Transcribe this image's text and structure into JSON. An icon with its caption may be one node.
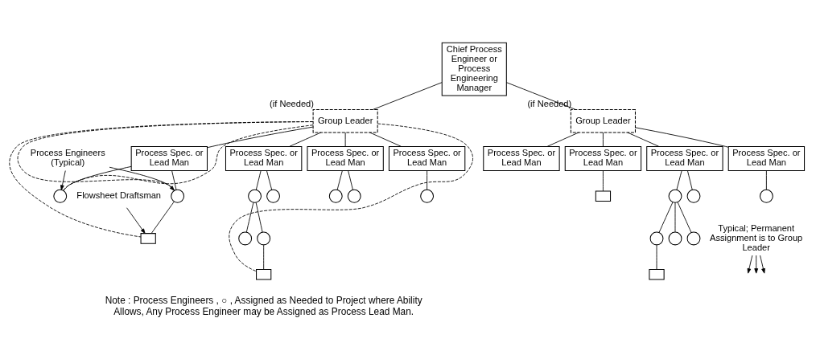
{
  "diagram": {
    "nodes": [
      {
        "text": [
          "Chief Process Engineer or Process Engineering Manager"
        ]
      },
      {
        "text": [
          "Group Leader"
        ],
        "beside": [
          "(if Needed)"
        ]
      },
      {
        "text": [
          "Group Leader"
        ],
        "beside": [
          "(if Needed)"
        ]
      },
      {
        "text": [
          "Process Spec. or Lead Man"
        ]
      },
      {
        "text": [
          "Process Spec. or Lead Man"
        ]
      },
      {
        "text": [
          "Process Spec. or Lead Man"
        ]
      },
      {
        "text": [
          "Process Spec. or Lead Man"
        ]
      },
      {
        "text": [
          "Process Spec. or Lead Man"
        ]
      },
      {
        "text": [
          "Process Spec. or Lead Man"
        ]
      },
      {
        "text": [
          "Process Spec. or Lead Man"
        ]
      },
      {
        "text": [
          "Process Spec. or Lead Man"
        ]
      },
      {
        "text": [],
        "shape": "circle"
      },
      {
        "text": [],
        "shape": "circle"
      },
      {
        "text": [],
        "shape": "box"
      },
      {
        "text": [],
        "shape": "circle"
      },
      {
        "text": [],
        "shape": "circle"
      },
      {
        "text": [],
        "shape": "circle"
      },
      {
        "text": [],
        "shape": "circle"
      },
      {
        "text": [],
        "shape": "circle"
      },
      {
        "text": [],
        "shape": "circle"
      },
      {
        "text": [],
        "shape": "circle"
      },
      {
        "text": [],
        "shape": "box"
      },
      {
        "text": [],
        "shape": "box"
      },
      {
        "text": [],
        "shape": "circle"
      },
      {
        "text": [],
        "shape": "circle"
      },
      {
        "text": [],
        "shape": "circle"
      },
      {
        "text": [],
        "shape": "circle"
      },
      {
        "text": [],
        "shape": "circle"
      },
      {
        "text": [],
        "shape": "box"
      },
      {
        "text": [],
        "shape": "circle"
      },
      {
        "text": [
          "Typical; Permanent Assignment is to Group Leader"
        ]
      },
      {
        "text": [
          "Process Engineers (Typical)"
        ]
      },
      {
        "text": [
          "Flowsheet Draftsman"
        ]
      }
    ],
    "edges": [
      {
        "from": 0,
        "to": 1,
        "arrow": "none"
      },
      {
        "from": 0,
        "to": 2,
        "arrow": "none"
      },
      {
        "from": 1,
        "to": 3,
        "arrow": "none"
      },
      {
        "from": 1,
        "to": 4,
        "arrow": "none"
      },
      {
        "from": 1,
        "to": 5,
        "arrow": "none"
      },
      {
        "from": 1,
        "to": 6,
        "arrow": "none"
      },
      {
        "from": 2,
        "to": 7,
        "arrow": "none"
      },
      {
        "from": 2,
        "to": 8,
        "arrow": "none"
      },
      {
        "from": 2,
        "to": 9,
        "arrow": "none"
      },
      {
        "from": 2,
        "to": 10,
        "arrow": "none"
      },
      {
        "from": 3,
        "to": 11,
        "arrow": "none"
      },
      {
        "from": 3,
        "to": 12,
        "arrow": "none"
      },
      {
        "from": 11,
        "to": 13,
        "arrow": "none"
      },
      {
        "from": 4,
        "to": 14,
        "arrow": "none"
      },
      {
        "from": 4,
        "to": 15,
        "arrow": "none"
      },
      {
        "from": 5,
        "to": 16,
        "arrow": "none"
      },
      {
        "from": 6,
        "to": 17,
        "arrow": "none"
      },
      {
        "from": 6,
        "to": 18,
        "arrow": "none"
      },
      {
        "from": 18,
        "to": 19,
        "arrow": "none"
      },
      {
        "from": 18,
        "to": 20,
        "arrow": "none"
      },
      {
        "from": 19,
        "to": 21,
        "arrow": "none"
      },
      {
        "from": 7,
        "to": 22,
        "arrow": "none"
      },
      {
        "from": 8,
        "to": 23,
        "arrow": "none"
      },
      {
        "from": 8,
        "to": 24,
        "arrow": "none"
      },
      {
        "from": 23,
        "to": 25,
        "arrow": "none"
      },
      {
        "from": 23,
        "to": 26,
        "arrow": "none"
      },
      {
        "from": 23,
        "to": 27,
        "arrow": "none"
      },
      {
        "from": 25,
        "to": 28,
        "arrow": "none"
      },
      {
        "from": 9,
        "to": 29,
        "arrow": "none"
      },
      {
        "from": 1,
        "to": 11,
        "arrow": "none",
        "style": "dashed"
      },
      {
        "from": 1,
        "to": 12,
        "arrow": "none",
        "style": "dashed"
      },
      {
        "from": 1,
        "to": 13,
        "arrow": "none",
        "style": "dashed"
      },
      {
        "from": 1,
        "to": 21,
        "arrow": "none",
        "style": "dashed"
      },
      {
        "from": 30,
        "to": null,
        "arrow": "to"
      },
      {
        "from": 30,
        "to": null,
        "arrow": "to"
      },
      {
        "from": 30,
        "to": null,
        "arrow": "to"
      },
      {
        "from": 31,
        "to": 11,
        "arrow": "to"
      },
      {
        "from": 31,
        "to": 12,
        "arrow": "to"
      },
      {
        "from": 32,
        "to": 13,
        "arrow": "to"
      }
    ],
    "labels": [
      "Note : Process Engineers , ○ , Assigned as Needed to Project where Ability Allows, Any Process Engineer may be Assigned as Process Lead Man."
    ]
  }
}
